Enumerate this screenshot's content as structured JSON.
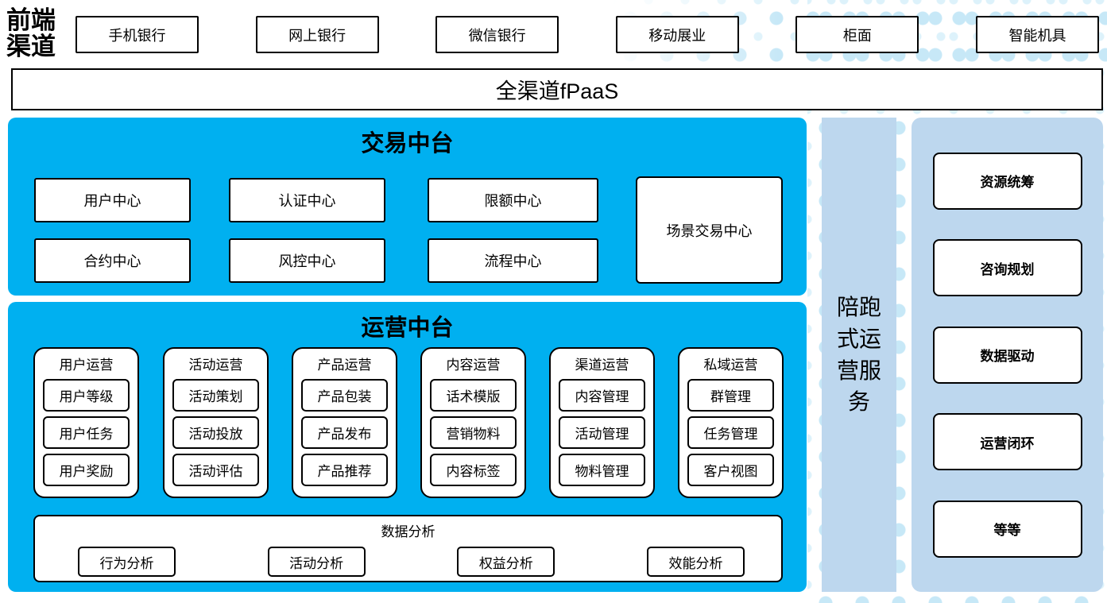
{
  "front_channels": {
    "label": "前端渠道",
    "items": [
      "手机银行",
      "网上银行",
      "微信银行",
      "移动展业",
      "柜面",
      "智能机具"
    ]
  },
  "fpaas_bar": {
    "label": "全渠道fPaaS"
  },
  "trading_platform": {
    "title": "交易中台",
    "centers_row1": [
      "用户中心",
      "认证中心",
      "限额中心"
    ],
    "centers_row2": [
      "合约中心",
      "风控中心",
      "流程中心"
    ],
    "scene_center": "场景交易中心"
  },
  "operation_platform": {
    "title": "运营中台",
    "columns": [
      {
        "header": "用户运营",
        "items": [
          "用户等级",
          "用户任务",
          "用户奖励"
        ]
      },
      {
        "header": "活动运营",
        "items": [
          "活动策划",
          "活动投放",
          "活动评估"
        ]
      },
      {
        "header": "产品运营",
        "items": [
          "产品包装",
          "产品发布",
          "产品推荐"
        ]
      },
      {
        "header": "内容运营",
        "items": [
          "话术模版",
          "营销物料",
          "内容标签"
        ]
      },
      {
        "header": "渠道运营",
        "items": [
          "内容管理",
          "活动管理",
          "物料管理"
        ]
      },
      {
        "header": "私域运营",
        "items": [
          "群管理",
          "任务管理",
          "客户视图"
        ]
      }
    ],
    "data_analysis": {
      "title": "数据分析",
      "items": [
        "行为分析",
        "活动分析",
        "权益分析",
        "效能分析"
      ]
    }
  },
  "side_service": {
    "label": "陪跑式运营服务"
  },
  "right_panel": {
    "items": [
      "资源统筹",
      "咨询规划",
      "数据驱动",
      "运营闭环",
      "等等"
    ]
  },
  "colors": {
    "accent_blue": "#00B0F0",
    "light_blue": "#BDD7EE",
    "dot_color": "#C7E8F7",
    "border_black": "#000000"
  }
}
